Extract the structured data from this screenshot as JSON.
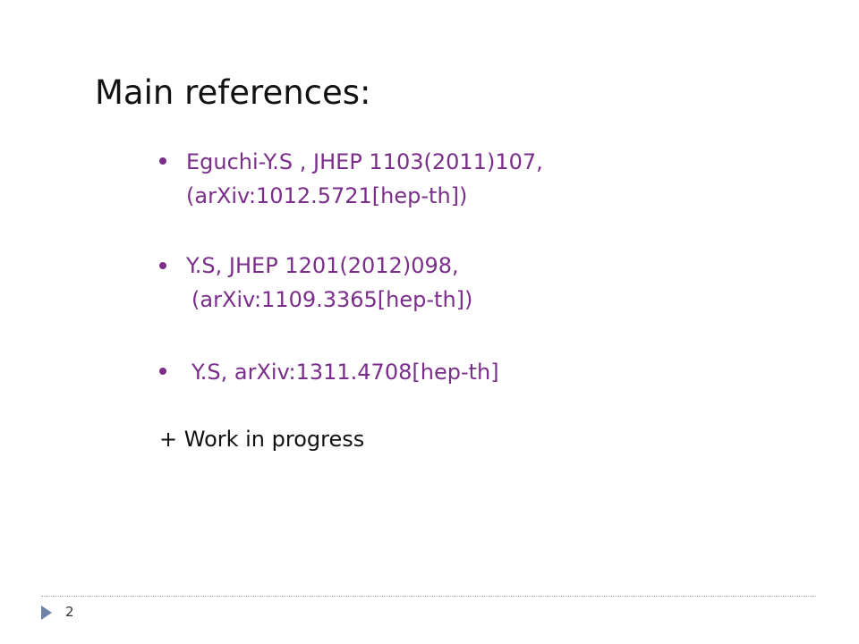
{
  "slide": {
    "title": "Main references:",
    "references": [
      {
        "line1": "Eguchi-Y.S ,  JHEP 1103(2011)107,",
        "line2": "(arXiv:1012.5721[hep-th])"
      },
      {
        "line1": "Y.S,   JHEP 1201(2012)098,",
        "line2": "(arXiv:1109.3365[hep-th])"
      },
      {
        "line1": "Y.S,  arXiv:1311.4708[hep-th]"
      }
    ],
    "note": "+ Work in progress",
    "page_number": "2"
  },
  "colors": {
    "reference_text": "#7a2e8a",
    "title_text": "#111111",
    "footer_marker": "#6d82a8"
  }
}
